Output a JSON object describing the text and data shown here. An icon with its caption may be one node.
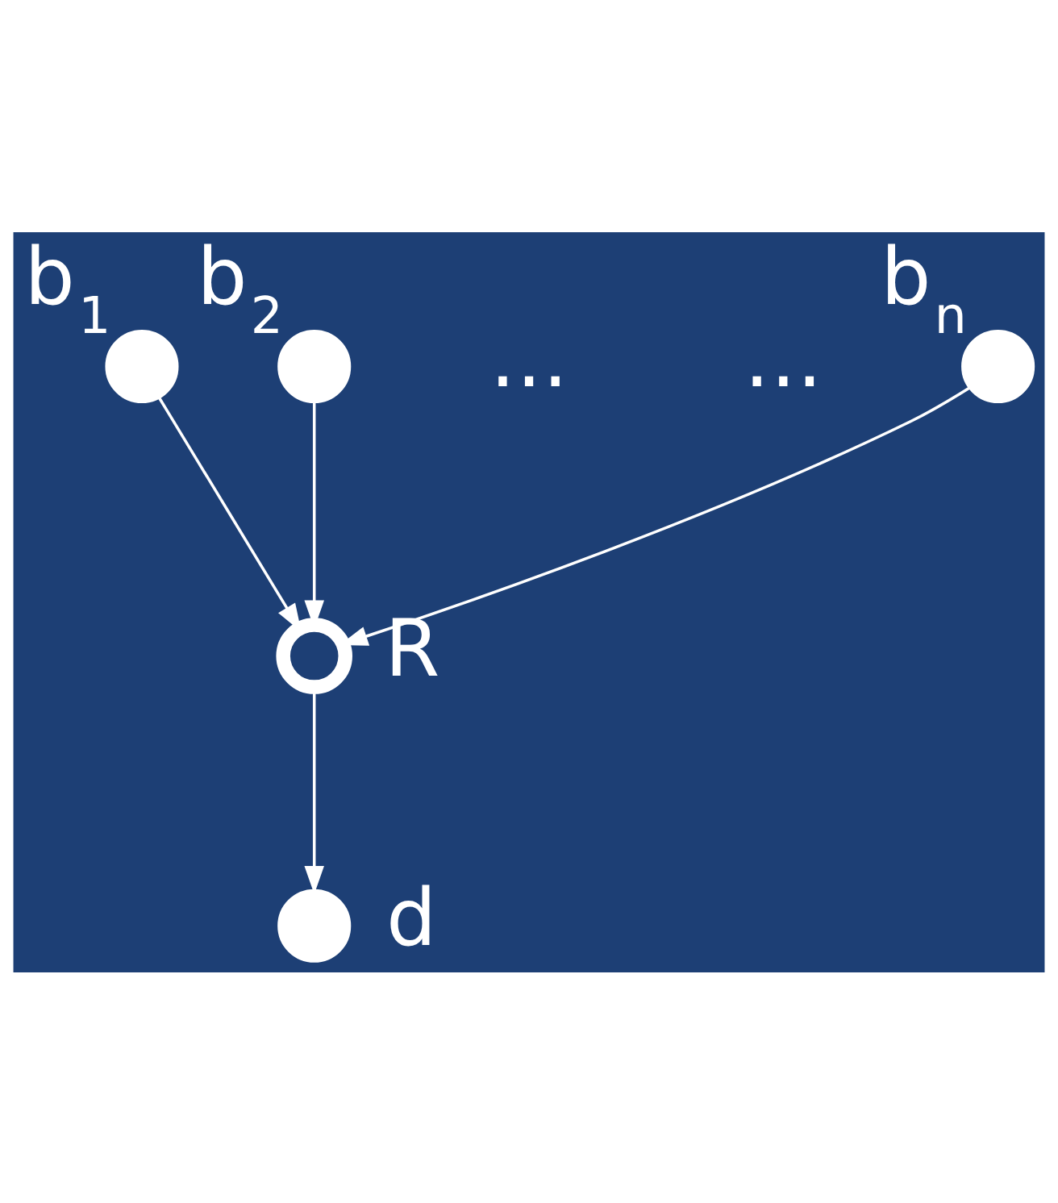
{
  "diagram": {
    "nodes": [
      {
        "text": [],
        "shape": "circle",
        "beside": [
          "b$_{1}$"
        ]
      },
      {
        "text": [],
        "shape": "circle",
        "beside": [
          "b$_{2}$"
        ]
      },
      {
        "text": [],
        "shape": "circle",
        "beside": [
          "b$_{n}$"
        ]
      },
      {
        "text": [],
        "shape": "circle",
        "beside": [
          "R"
        ]
      },
      {
        "text": [],
        "shape": "circle",
        "beside": [
          "d"
        ]
      }
    ],
    "edges": [
      {
        "from": 0,
        "to": 3,
        "arrow": "to"
      },
      {
        "from": 1,
        "to": 3,
        "arrow": "to"
      },
      {
        "from": 2,
        "to": 3,
        "arrow": "to"
      },
      {
        "from": 3,
        "to": 4,
        "arrow": "to"
      }
    ],
    "labels": [
      "…",
      "…"
    ]
  }
}
